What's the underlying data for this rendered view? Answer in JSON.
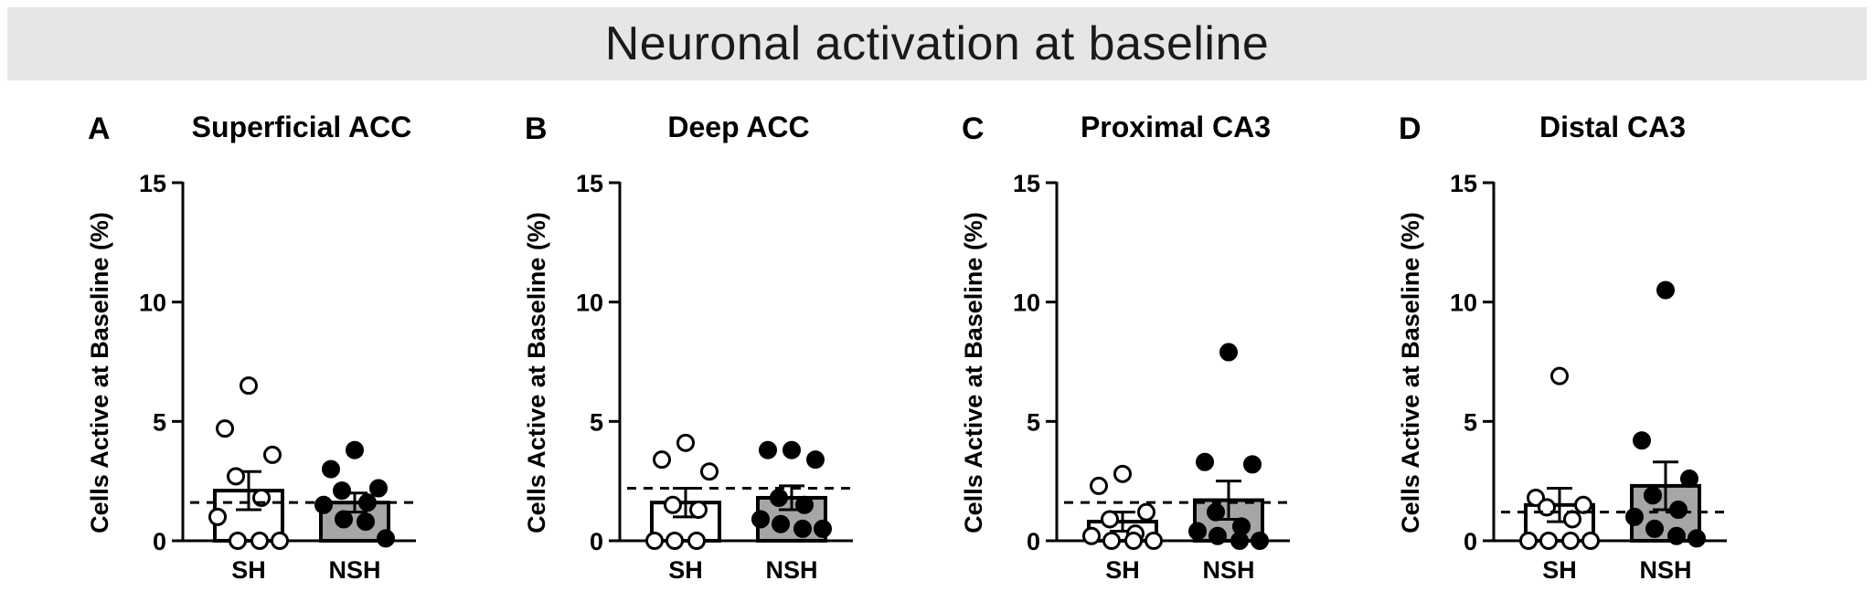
{
  "banner": {
    "title": "Neuronal activation at baseline"
  },
  "colors": {
    "sh_fill": "#ffffff",
    "nsh_fill": "#a6a6a6",
    "stroke": "#000000",
    "banner_bg": "#e6e6e6"
  },
  "chart_data": [
    {
      "type": "bar",
      "panel_letter": "A",
      "title": "Superficial ACC",
      "ylabel": "Cells Active at Baseline (%)",
      "xlabel": "",
      "ylim": [
        0,
        15
      ],
      "yticks": [
        0,
        5,
        10,
        15
      ],
      "categories": [
        "SH",
        "NSH"
      ],
      "series": [
        {
          "values": [
            2.1,
            1.6
          ],
          "errors": [
            0.8,
            0.4
          ],
          "fills": [
            "#ffffff",
            "#a6a6a6"
          ]
        }
      ],
      "points": [
        [
          6.5,
          4.7,
          3.6,
          2.7,
          1.8,
          1.0,
          0.0,
          0.0,
          0.0
        ],
        [
          3.8,
          3.0,
          2.2,
          2.1,
          1.6,
          1.5,
          0.9,
          0.8,
          0.1
        ]
      ],
      "reference_line": 1.6
    },
    {
      "type": "bar",
      "panel_letter": "B",
      "title": "Deep ACC",
      "ylabel": "Cells Active at Baseline (%)",
      "xlabel": "",
      "ylim": [
        0,
        15
      ],
      "yticks": [
        0,
        5,
        10,
        15
      ],
      "categories": [
        "SH",
        "NSH"
      ],
      "series": [
        {
          "values": [
            1.6,
            1.8
          ],
          "errors": [
            0.6,
            0.5
          ],
          "fills": [
            "#ffffff",
            "#a6a6a6"
          ]
        }
      ],
      "points": [
        [
          4.1,
          3.4,
          2.9,
          1.5,
          1.3,
          0.0,
          0.0,
          0.0
        ],
        [
          3.8,
          3.8,
          3.4,
          1.8,
          1.5,
          0.9,
          0.7,
          0.5,
          0.5
        ]
      ],
      "reference_line": 2.2
    },
    {
      "type": "bar",
      "panel_letter": "C",
      "title": "Proximal CA3",
      "ylabel": "Cells Active at Baseline (%)",
      "xlabel": "",
      "ylim": [
        0,
        15
      ],
      "yticks": [
        0,
        5,
        10,
        15
      ],
      "categories": [
        "SH",
        "NSH"
      ],
      "series": [
        {
          "values": [
            0.8,
            1.7
          ],
          "errors": [
            0.4,
            0.8
          ],
          "fills": [
            "#ffffff",
            "#a6a6a6"
          ]
        }
      ],
      "points": [
        [
          2.8,
          2.3,
          1.2,
          0.9,
          0.3,
          0.2,
          0.0,
          0.0,
          0.0
        ],
        [
          7.9,
          3.3,
          3.2,
          1.2,
          0.6,
          0.4,
          0.2,
          0.0,
          0.0
        ]
      ],
      "reference_line": 1.6
    },
    {
      "type": "bar",
      "panel_letter": "D",
      "title": "Distal CA3",
      "ylabel": "Cells Active at Baseline (%)",
      "xlabel": "",
      "ylim": [
        0,
        15
      ],
      "yticks": [
        0,
        5,
        10,
        15
      ],
      "categories": [
        "SH",
        "NSH"
      ],
      "series": [
        {
          "values": [
            1.5,
            2.3
          ],
          "errors": [
            0.7,
            1.0
          ],
          "fills": [
            "#ffffff",
            "#a6a6a6"
          ]
        }
      ],
      "points": [
        [
          6.9,
          1.8,
          1.5,
          1.4,
          0.9,
          0.0,
          0.0,
          0.0,
          0.0
        ],
        [
          10.5,
          4.2,
          2.6,
          1.9,
          1.3,
          1.0,
          0.5,
          0.2,
          0.1
        ]
      ],
      "reference_line": 1.2
    }
  ]
}
